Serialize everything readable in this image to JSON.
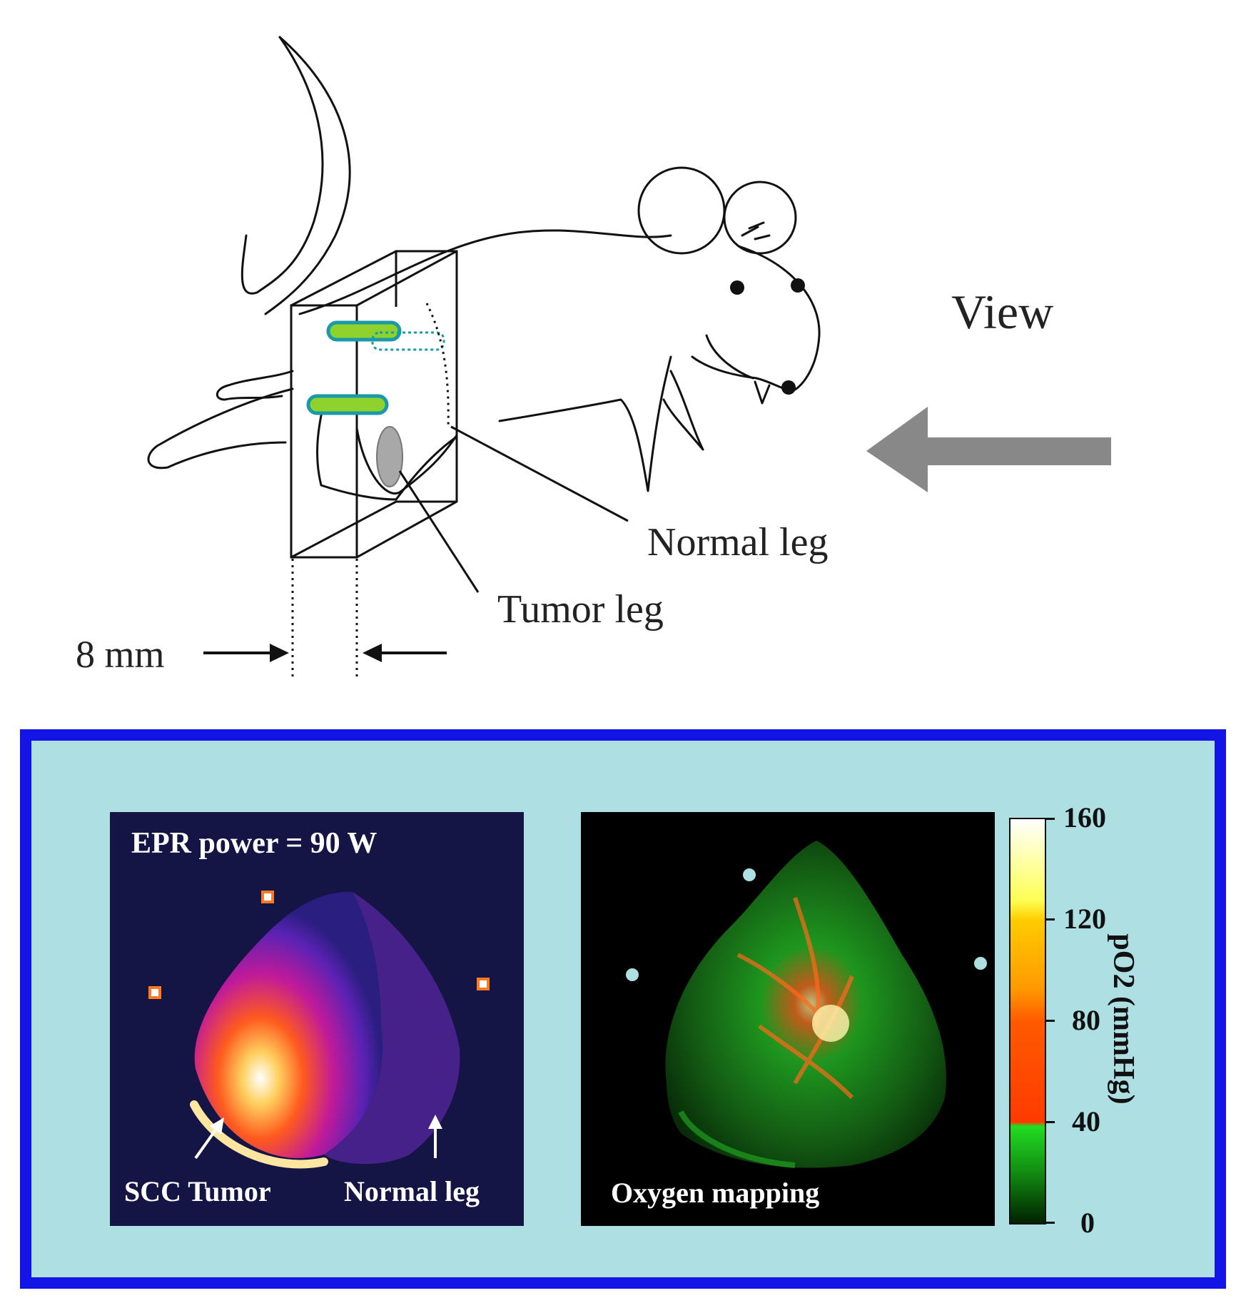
{
  "diagram": {
    "view_label": "View",
    "normal_leg_label": "Normal leg",
    "tumor_leg_label": "Tumor leg",
    "width_label": "8 mm"
  },
  "panel": {
    "epr_image": {
      "title": "EPR power = 90 W",
      "tumor_label": "SCC Tumor",
      "normal_label": "Normal leg"
    },
    "oxygen_map": {
      "title": "Oxygen mapping"
    },
    "colorbar": {
      "label": "pO2 (mmHg)",
      "ticks": [
        "160",
        "120",
        "80",
        "40",
        "0"
      ],
      "colors": [
        "#ffffff",
        "#ffff00",
        "#ff9900",
        "#ff4400",
        "#22dd22",
        "#003300"
      ]
    }
  }
}
